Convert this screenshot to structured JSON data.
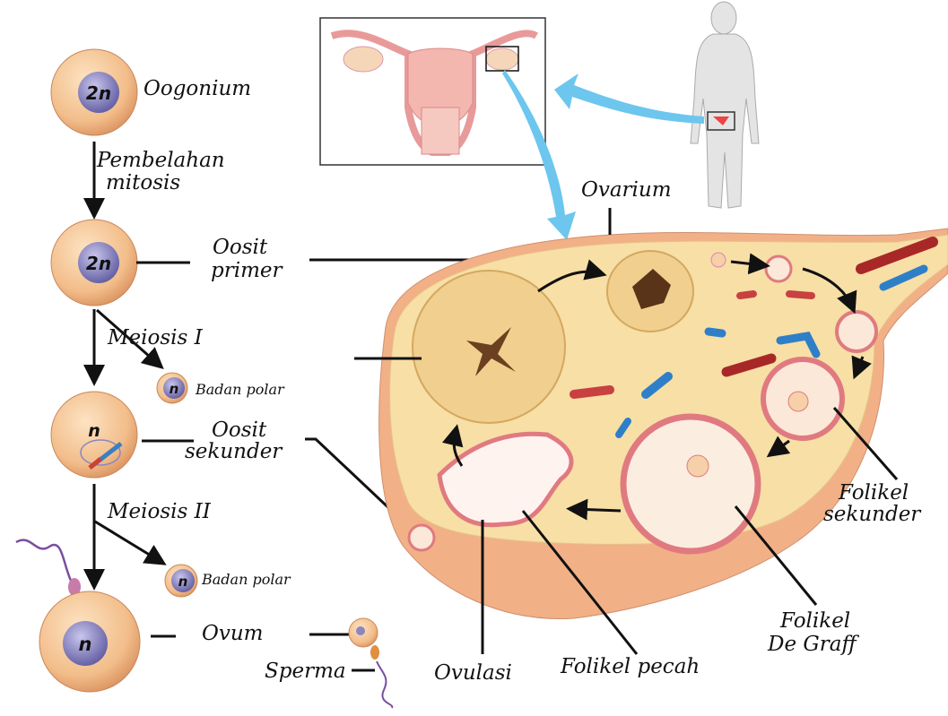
{
  "title": "Oogenesis",
  "left_column": {
    "oogonium": {
      "label": "Oogonium",
      "ploidy": "2n"
    },
    "mitosis": {
      "line1": "Pembelahan",
      "line2": "mitosis"
    },
    "oosit_primer": {
      "line1": "Oosit",
      "line2": "primer",
      "ploidy": "2n"
    },
    "meiosis1": {
      "label": "Meiosis I",
      "polar_body": "Badan polar",
      "polar_ploidy": "n"
    },
    "oosit_sekunder": {
      "line1": "Oosit",
      "line2": "sekunder",
      "ploidy": "n"
    },
    "meiosis2": {
      "label": "Meiosis II",
      "polar_body": "Badan polar",
      "polar_ploidy": "n"
    },
    "ovum": {
      "label": "Ovum",
      "ploidy": "n"
    },
    "sperma": {
      "label": "Sperma"
    }
  },
  "ovary": {
    "ovarium": "Ovarium",
    "folikel_sekunder": {
      "line1": "Folikel",
      "line2": "sekunder"
    },
    "folikel_degraff": {
      "line1": "Folikel",
      "line2": "De Graff"
    },
    "ovulasi": "Ovulasi",
    "folikel_pecah": "Folikel pecah"
  },
  "colors": {
    "cell": "#f2c08e",
    "nucleus": "#7c78b8",
    "ovary": "#f7dfa6",
    "arrow_blue": "#6cc6ee"
  }
}
